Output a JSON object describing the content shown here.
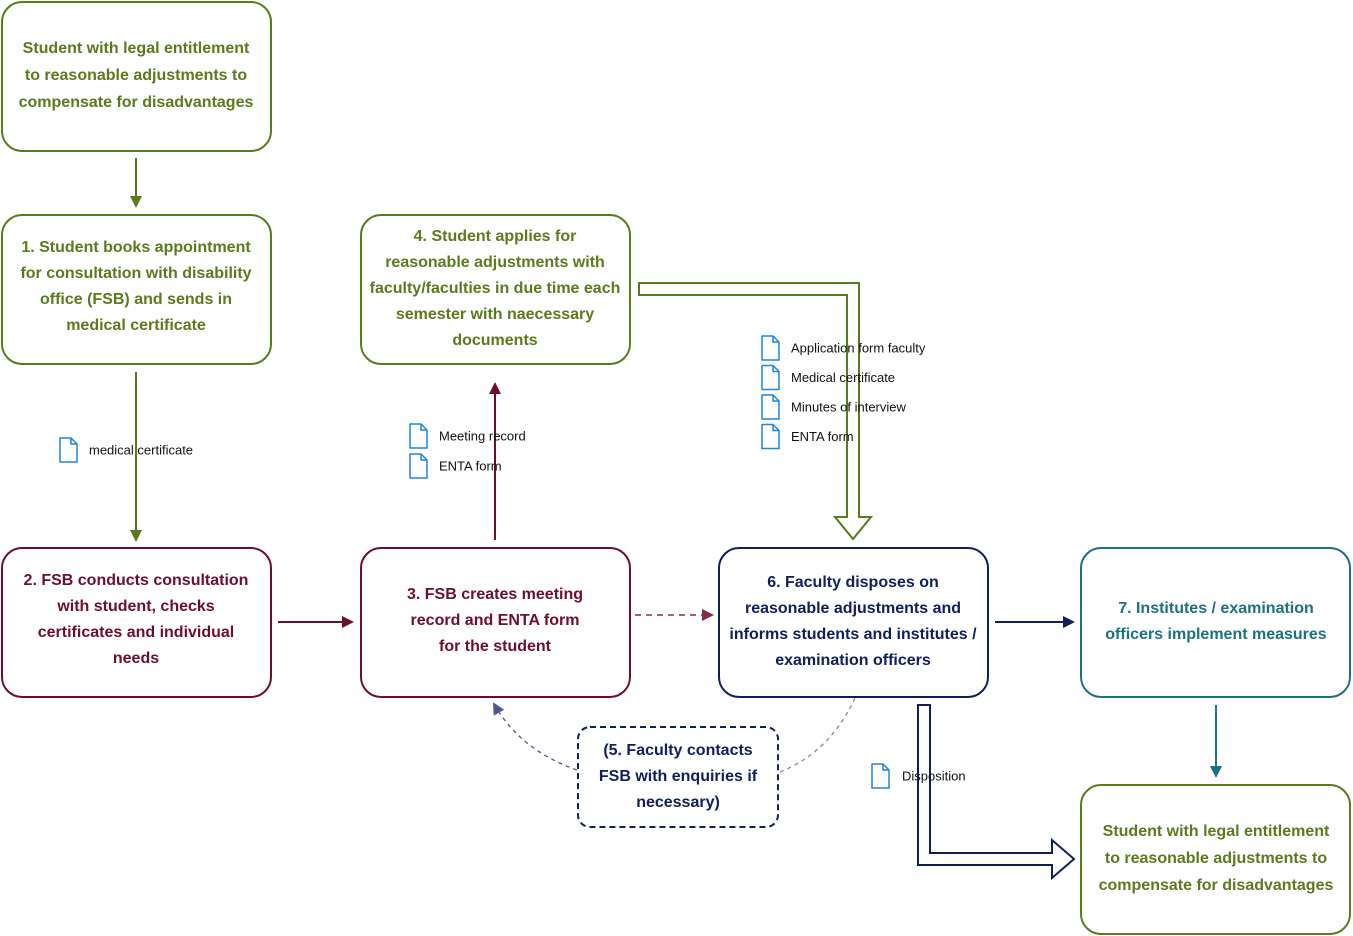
{
  "colors": {
    "green": "#5a7a1c",
    "maroon": "#6b0f2a",
    "navy": "#0e1f5c",
    "teal": "#1c7080",
    "doc_icon": "#1f86d8",
    "dashed_blue": "#4a5a8a"
  },
  "boxes": {
    "start": {
      "lines": [
        "Student with legal entitlement",
        "to reasonable adjustments to",
        "compensate for disadvantages"
      ]
    },
    "step1": {
      "lines": [
        "1. Student books appointment",
        "for consultation with disability",
        "office (FSB) and sends in",
        "medical certificate"
      ]
    },
    "step2": {
      "lines": [
        "2. FSB conducts consultation",
        "with student, checks",
        "certificates and individual",
        "needs"
      ]
    },
    "step3": {
      "lines": [
        "3. FSB creates meeting",
        "record and ENTA form",
        "for the student"
      ]
    },
    "step4": {
      "lines": [
        "4. Student applies for",
        "reasonable adjustments with",
        "faculty/faculties in due time each",
        "semester with naecessary",
        "documents"
      ]
    },
    "step5": {
      "lines": [
        "(5. Faculty contacts",
        "FSB with enquiries if",
        "necessary)"
      ]
    },
    "step6": {
      "lines": [
        "6. Faculty disposes on",
        "reasonable adjustments and",
        "informs students and institutes /",
        "examination officers"
      ]
    },
    "step7": {
      "lines": [
        "7. Institutes / examination",
        "officers implement measures"
      ]
    },
    "end": {
      "lines": [
        "Student with legal entitlement",
        "to reasonable adjustments to",
        "compensate for disadvantages"
      ]
    }
  },
  "documents": {
    "medical": {
      "items": [
        "medical certificate"
      ]
    },
    "meeting": {
      "items": [
        "Meeting record",
        "ENTA form"
      ]
    },
    "application": {
      "items": [
        "Application form faculty",
        "Medical certificate",
        "Minutes of interview",
        "ENTA form"
      ]
    },
    "disposition": {
      "items": [
        "Disposition"
      ]
    }
  }
}
